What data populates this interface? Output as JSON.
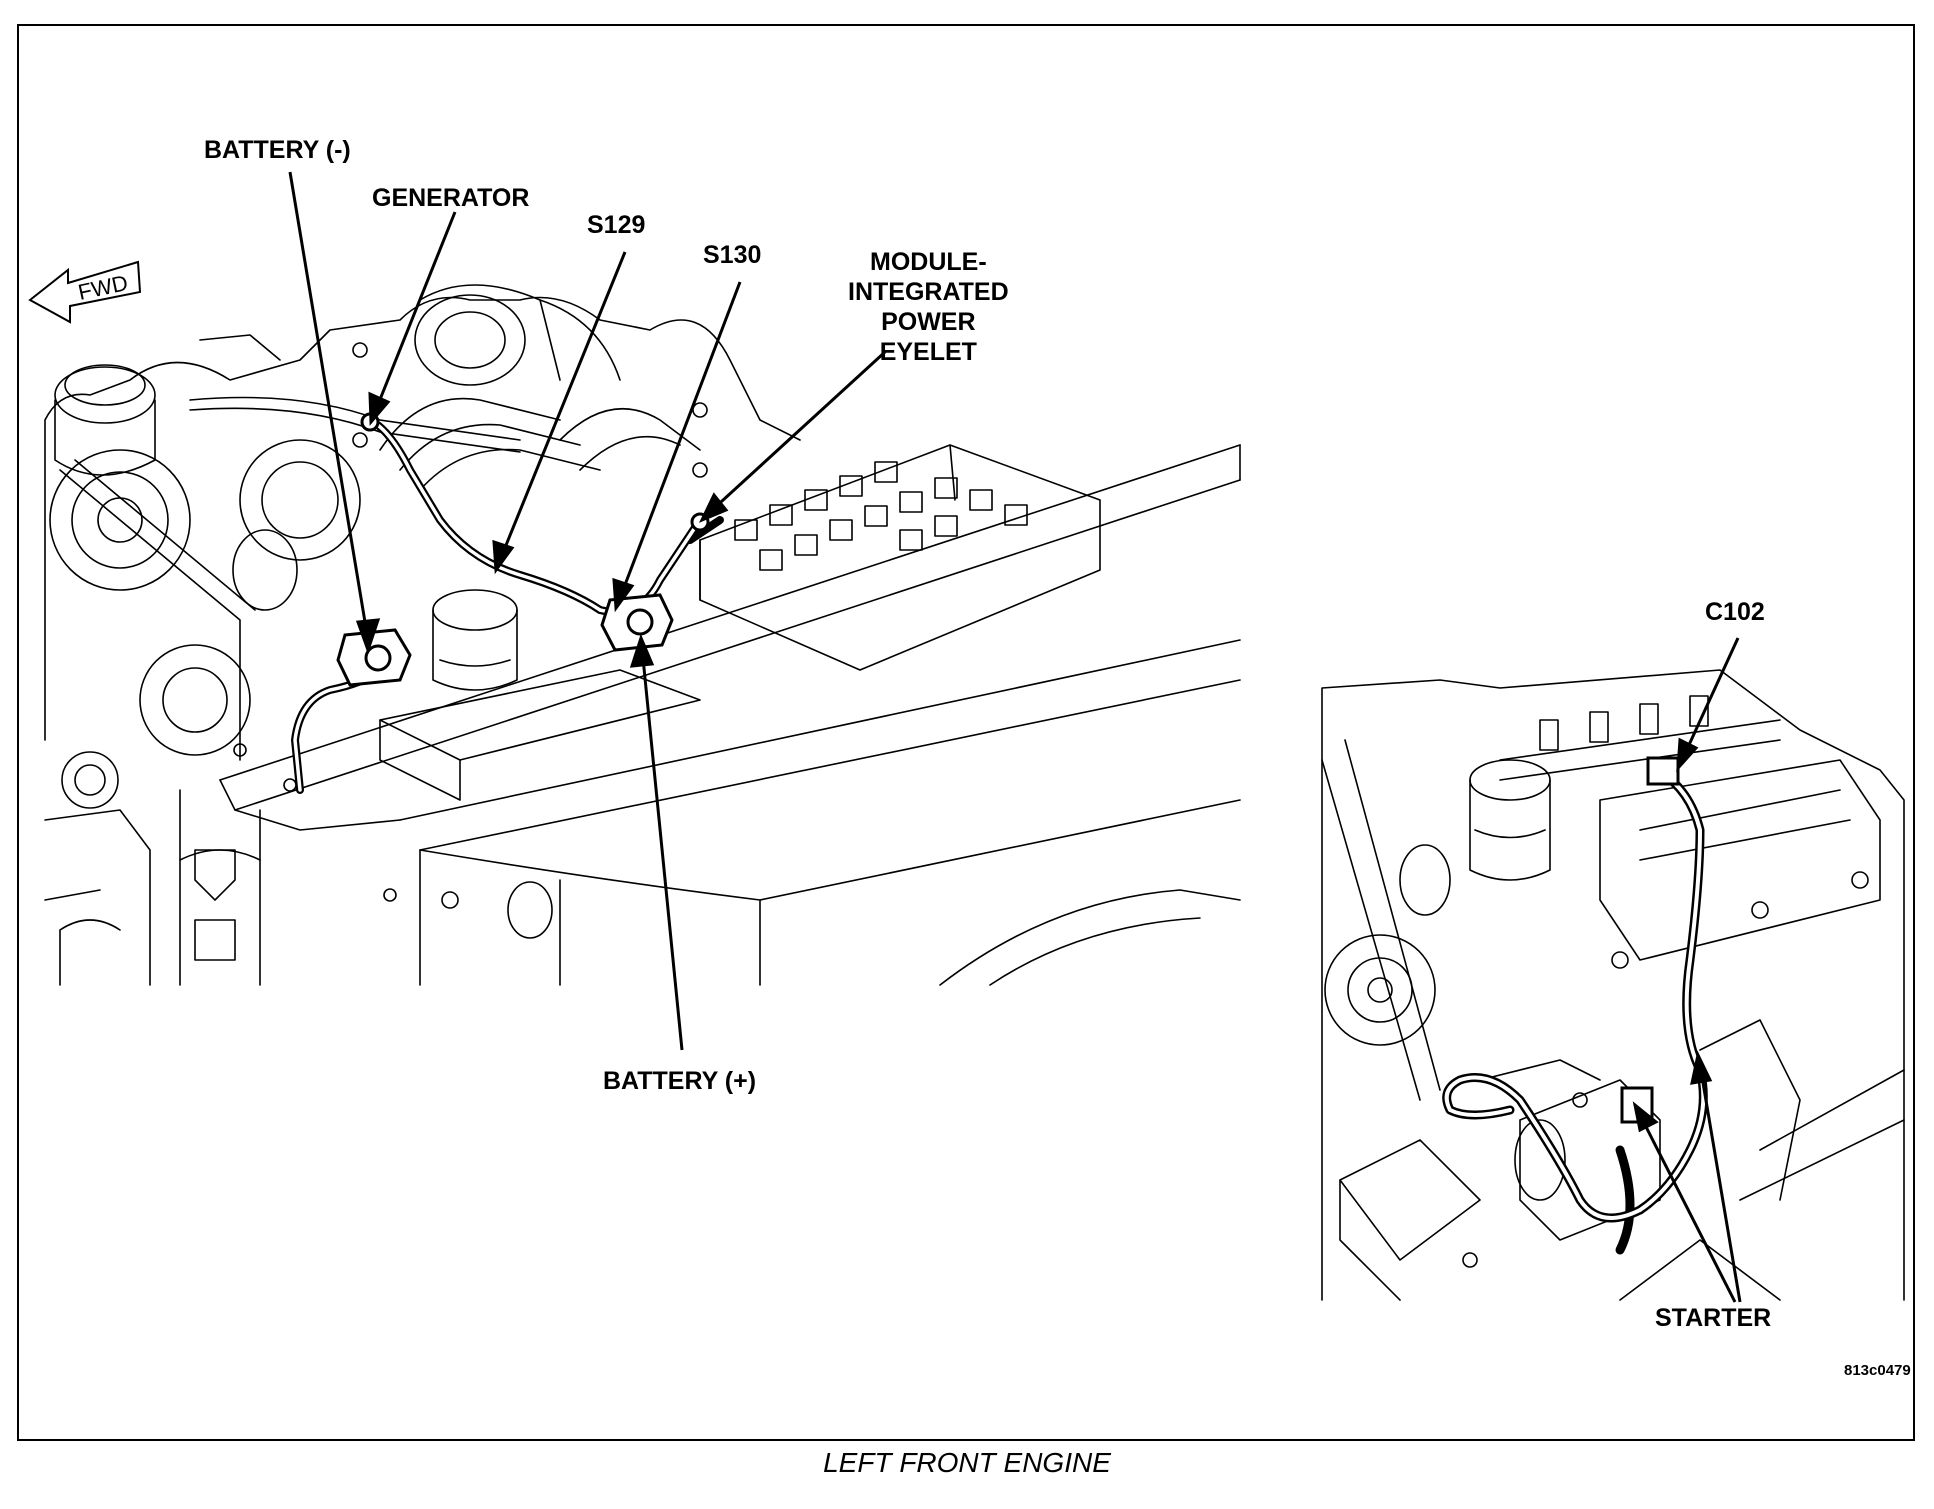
{
  "labels": {
    "battery_neg": "BATTERY (-)",
    "generator": "GENERATOR",
    "s129": "S129",
    "s130": "S130",
    "module_line1": "MODULE-",
    "module_line2": "INTEGRATED",
    "module_line3": "POWER",
    "module_line4": "EYELET",
    "battery_pos": "BATTERY (+)",
    "c102": "C102",
    "starter": "STARTER",
    "fwd": "FWD"
  },
  "figure_id": "813c0479",
  "caption": "LEFT FRONT ENGINE",
  "colors": {
    "line": "#000000",
    "background": "#ffffff"
  }
}
